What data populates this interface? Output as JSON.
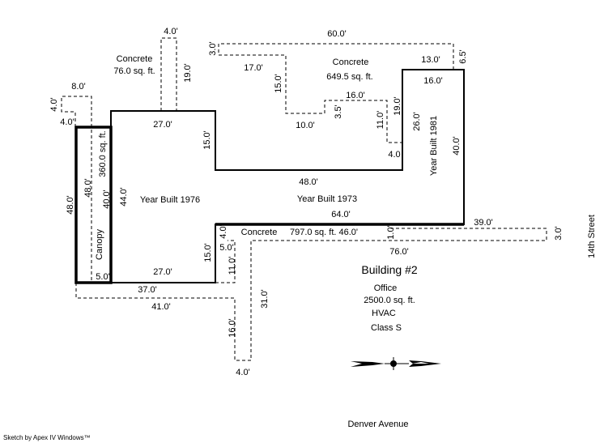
{
  "labels": [
    "4.0'",
    "Concrete",
    "76.0 sq. ft.",
    "19.0'",
    "8.0'",
    "4.0'",
    "4.0'",
    "27.0'",
    "15.0'",
    "360.0 sq. ft.",
    "48.0'",
    "40.0'",
    "44.0'",
    "Year Built 1976",
    "Canopy",
    "5.0'",
    "27.0'",
    "15.0'",
    "37.0'",
    "41.0'",
    "16.0'",
    "31.0'",
    "4.0'",
    "3.0'",
    "60.0'",
    "17.0'",
    "15.0'",
    "Concrete",
    "649.5 sq. ft.",
    "13.0'",
    "6.5'",
    "16.0'",
    "16.0'",
    "10.0'",
    "3.5'",
    "19.0'",
    "11.0'",
    "26.0'",
    "4.0",
    "Year Built 1981",
    "40.0'",
    "48.0'",
    "Year Built 1973",
    "64.0'",
    "4.0'",
    "Concrete",
    "797.0 sq. ft. 46.0'",
    "5.0'",
    "11.0'",
    "1.0'",
    "39.0'",
    "3.0'",
    "76.0'",
    "48.0'"
  ],
  "building": {
    "title": "Building #2",
    "use": "Office",
    "area": "2500.0 sq. ft.",
    "hvac": "HVAC",
    "class": "Class S"
  },
  "streets": {
    "east": "14th Street",
    "south": "Denver Avenue"
  },
  "footer": "Sketch by Apex IV Windows™",
  "compass_icon": "north-arrow-icon"
}
